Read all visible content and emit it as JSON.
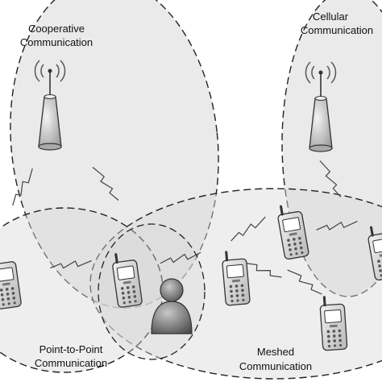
{
  "labels": {
    "cooperative_line1": "Cooperative",
    "cooperative_line2": "Communication",
    "cellular_line1": "Cellular",
    "cellular_line2": "Communication",
    "p2p_line1": "Point-to-Point",
    "p2p_line2": "Communication",
    "meshed_line1": "Meshed",
    "meshed_line2": "Communication"
  },
  "colors": {
    "region_fill": "#d9d9d9",
    "region_stroke": "#222222",
    "device_body": "#dcdcdc",
    "device_outline": "#333333",
    "lightning": "#444444"
  },
  "icons": {
    "tower": "cell-tower-icon",
    "phone": "mobile-phone-icon",
    "user": "user-silhouette-icon",
    "link": "wireless-link-icon"
  }
}
